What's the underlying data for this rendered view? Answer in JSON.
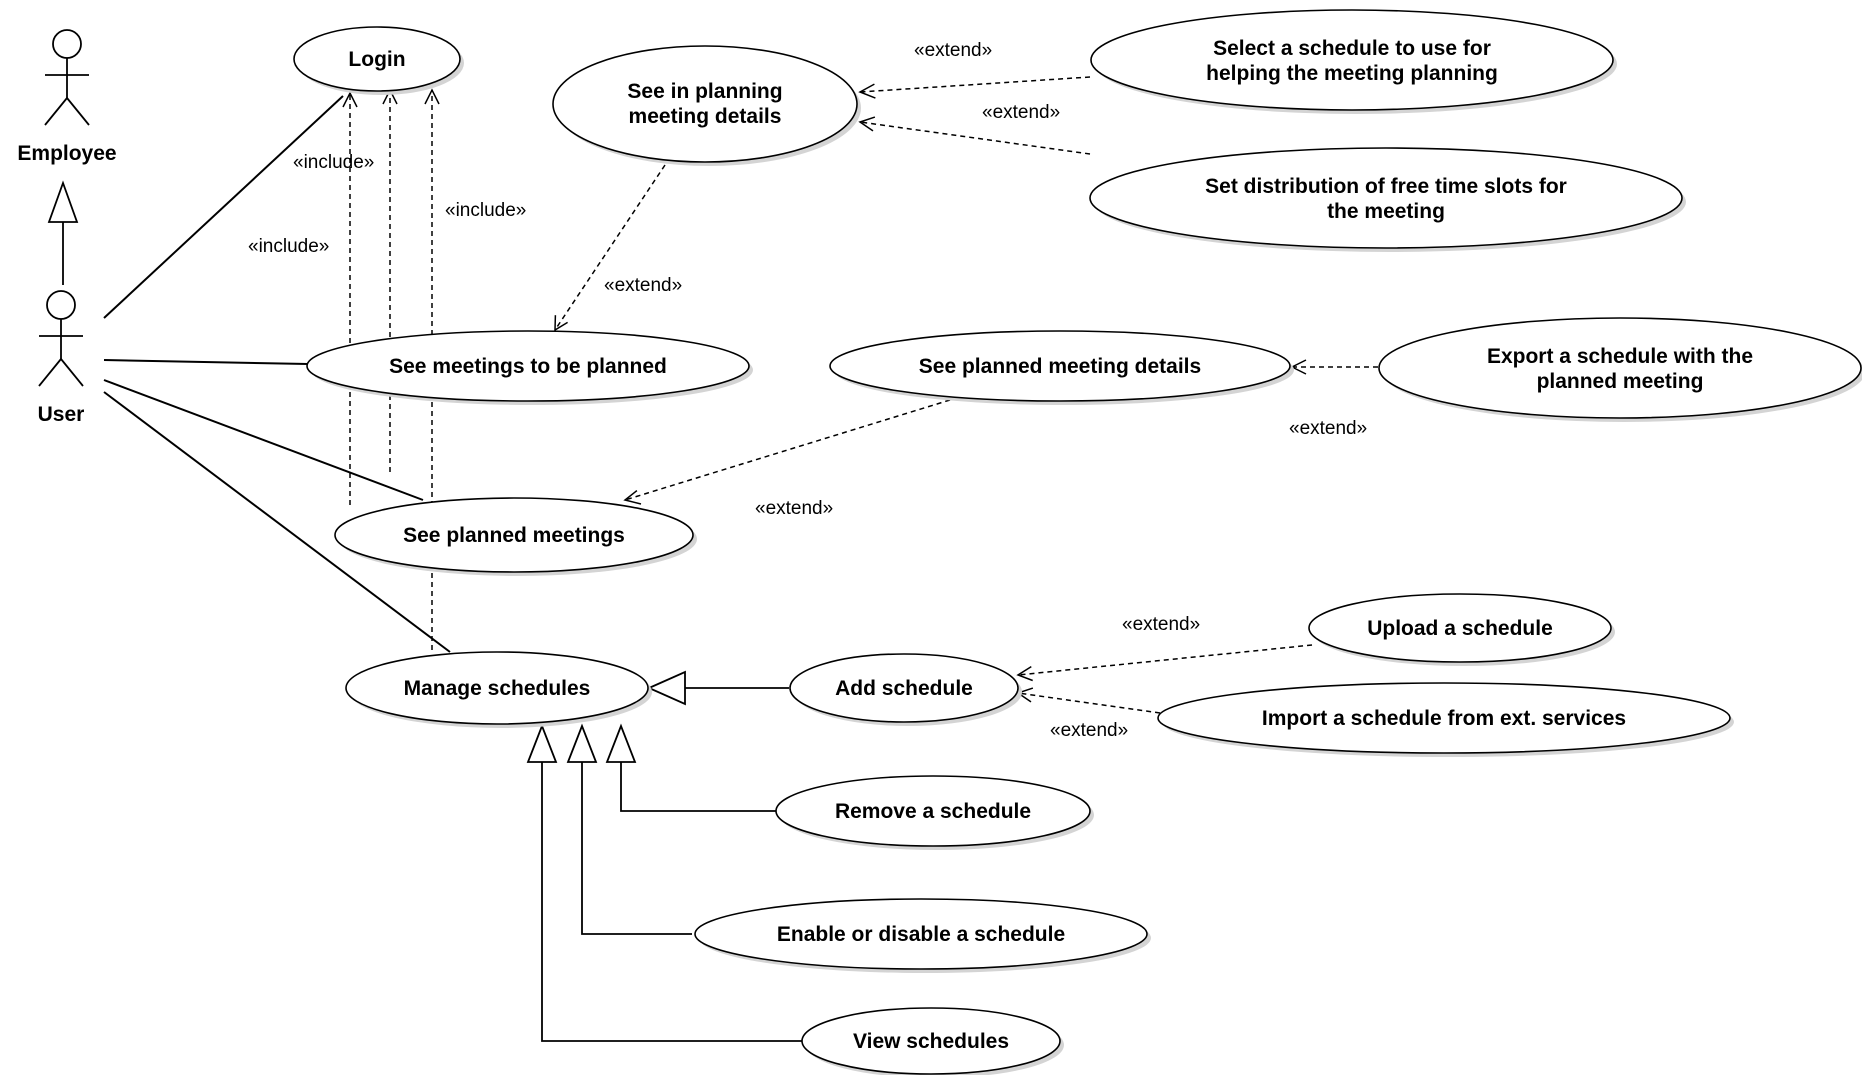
{
  "actors": {
    "employee": "Employee",
    "user": "User"
  },
  "use_cases": {
    "login": "Login",
    "see_in_planning": [
      "See in planning",
      "meeting details"
    ],
    "select_schedule": [
      "Select a schedule to use for",
      "helping the meeting planning"
    ],
    "set_distribution": [
      "Set distribution of free time slots for",
      "the meeting"
    ],
    "see_meetings_to_be_planned": "See meetings to be planned",
    "see_planned_meeting_details": "See planned meeting details",
    "export_schedule": [
      "Export a schedule with the",
      "planned meeting"
    ],
    "see_planned_meetings": "See planned meetings",
    "manage_schedules": "Manage schedules",
    "add_schedule": "Add schedule",
    "upload_schedule": "Upload a schedule",
    "import_schedule": "Import a schedule from ext. services",
    "remove_schedule": "Remove a schedule",
    "enable_disable_schedule": "Enable or disable a schedule",
    "view_schedules": "View schedules"
  },
  "stereotypes": {
    "include": "«include»",
    "extend": "«extend»"
  }
}
